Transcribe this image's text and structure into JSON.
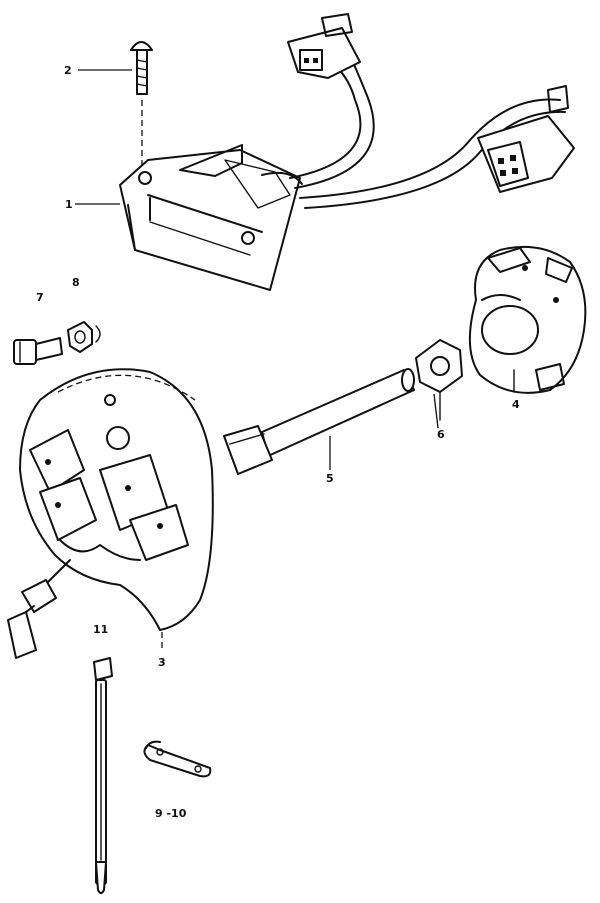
{
  "callouts": {
    "c1": "1",
    "c2": "2",
    "c3": "3",
    "c4": "4",
    "c5": "5",
    "c6": "6",
    "c7": "7",
    "c8": "8",
    "c9_10": "9 -10",
    "c11": "11"
  }
}
